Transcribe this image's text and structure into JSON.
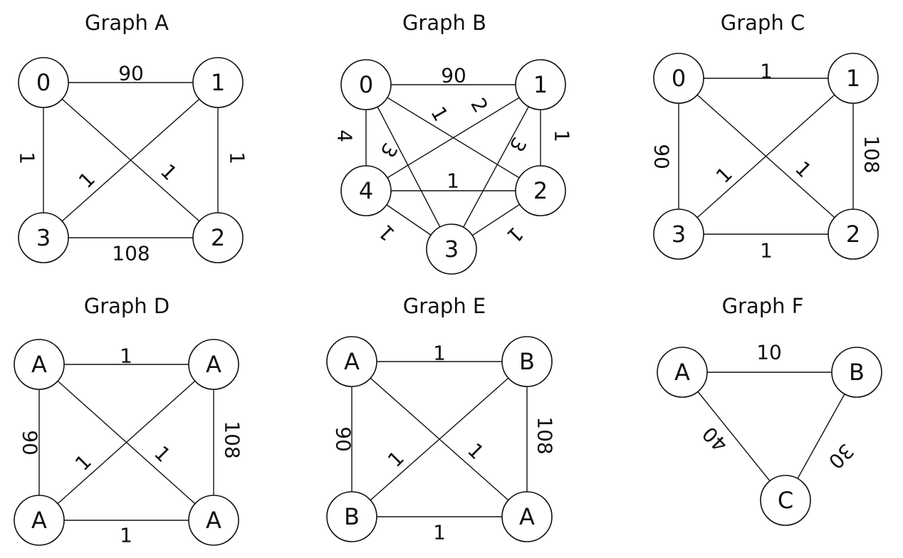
{
  "graphs": [
    {
      "id": "A",
      "title": "Graph A",
      "nodes": [
        "0",
        "1",
        "2",
        "3"
      ],
      "edges": [
        {
          "from": 0,
          "to": 1,
          "weight": "90"
        },
        {
          "from": 0,
          "to": 3,
          "weight": "1"
        },
        {
          "from": 1,
          "to": 2,
          "weight": "1"
        },
        {
          "from": 3,
          "to": 2,
          "weight": "108"
        },
        {
          "from": 0,
          "to": 2,
          "weight": "1"
        },
        {
          "from": 1,
          "to": 3,
          "weight": "1"
        }
      ]
    },
    {
      "id": "B",
      "title": "Graph B",
      "nodes": [
        "0",
        "1",
        "2",
        "3",
        "4"
      ],
      "edges": [
        {
          "from": 0,
          "to": 1,
          "weight": "90"
        },
        {
          "from": 0,
          "to": 4,
          "weight": "4"
        },
        {
          "from": 1,
          "to": 2,
          "weight": "1"
        },
        {
          "from": 4,
          "to": 2,
          "weight": "1"
        },
        {
          "from": 4,
          "to": 3,
          "weight": "1"
        },
        {
          "from": 2,
          "to": 3,
          "weight": "1"
        },
        {
          "from": 0,
          "to": 2,
          "weight": "1"
        },
        {
          "from": 1,
          "to": 4,
          "weight": "2"
        },
        {
          "from": 0,
          "to": 3,
          "weight": "3"
        },
        {
          "from": 1,
          "to": 3,
          "weight": "3"
        }
      ]
    },
    {
      "id": "C",
      "title": "Graph C",
      "nodes": [
        "0",
        "1",
        "2",
        "3"
      ],
      "edges": [
        {
          "from": 0,
          "to": 1,
          "weight": "1"
        },
        {
          "from": 0,
          "to": 3,
          "weight": "90"
        },
        {
          "from": 1,
          "to": 2,
          "weight": "108"
        },
        {
          "from": 3,
          "to": 2,
          "weight": "1"
        },
        {
          "from": 0,
          "to": 2,
          "weight": "1"
        },
        {
          "from": 1,
          "to": 3,
          "weight": "1"
        }
      ]
    },
    {
      "id": "D",
      "title": "Graph D",
      "nodes": [
        "A",
        "A",
        "A",
        "A"
      ],
      "edges": [
        {
          "from": 0,
          "to": 1,
          "weight": "1"
        },
        {
          "from": 0,
          "to": 3,
          "weight": "90"
        },
        {
          "from": 1,
          "to": 2,
          "weight": "108"
        },
        {
          "from": 3,
          "to": 2,
          "weight": "1"
        },
        {
          "from": 0,
          "to": 2,
          "weight": "1"
        },
        {
          "from": 1,
          "to": 3,
          "weight": "1"
        }
      ]
    },
    {
      "id": "E",
      "title": "Graph E",
      "nodes": [
        "A",
        "B",
        "A",
        "B"
      ],
      "edges": [
        {
          "from": 0,
          "to": 1,
          "weight": "1"
        },
        {
          "from": 0,
          "to": 3,
          "weight": "90"
        },
        {
          "from": 1,
          "to": 2,
          "weight": "108"
        },
        {
          "from": 3,
          "to": 2,
          "weight": "1"
        },
        {
          "from": 0,
          "to": 2,
          "weight": "1"
        },
        {
          "from": 1,
          "to": 3,
          "weight": "1"
        }
      ]
    },
    {
      "id": "F",
      "title": "Graph F",
      "nodes": [
        "A",
        "B",
        "C"
      ],
      "edges": [
        {
          "from": 0,
          "to": 1,
          "weight": "10"
        },
        {
          "from": 0,
          "to": 2,
          "weight": "40"
        },
        {
          "from": 1,
          "to": 2,
          "weight": "30"
        }
      ]
    }
  ]
}
